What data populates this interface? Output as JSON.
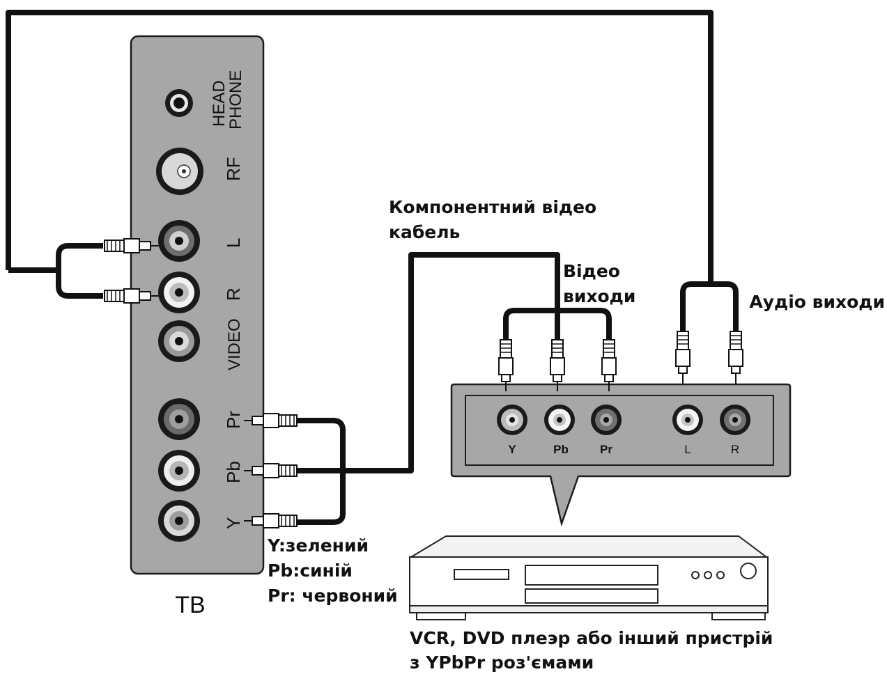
{
  "tv": {
    "caption": "ТВ",
    "jacks": {
      "headphone_line1": "HEAD",
      "headphone_line2": "PHONE",
      "rf": "RF",
      "l": "L",
      "r": "R",
      "video": "VIDEO",
      "pr": "Pr",
      "pb": "Pb",
      "y": "Y"
    }
  },
  "cable_label_line1": "Компонентний відео",
  "cable_label_line2": "кабель",
  "video_out_line1": "Відео",
  "video_out_line2": "виходи",
  "audio_out": "Аудіо виходи",
  "color_legend": {
    "y": "Y:зелений",
    "pb": "Pb:синій",
    "pr": "Pr: червоний"
  },
  "device": {
    "jacks": {
      "y": "Y",
      "pb": "Pb",
      "pr": "Pr",
      "l": "L",
      "r": "R"
    },
    "caption_line1": "VCR, DVD плеэр або інший пристрій",
    "caption_line2": "з YPbPr роз'ємами"
  }
}
